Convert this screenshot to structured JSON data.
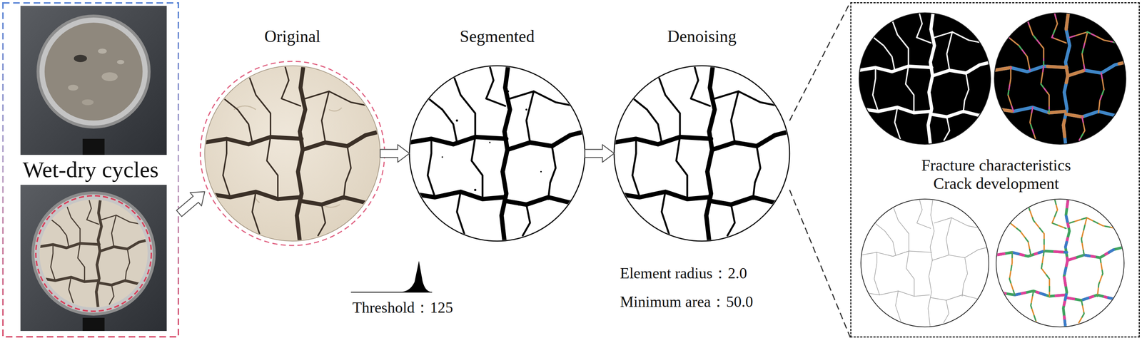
{
  "diagram": {
    "nodes": [
      {
        "text": [
          "Wet-dry cycles"
        ]
      },
      {
        "text": [
          "Original"
        ]
      },
      {
        "text": [
          "Segmented"
        ]
      },
      {
        "text": [
          "Denoising"
        ]
      },
      {
        "text": [
          "Fracture characteristics",
          "Crack development"
        ]
      }
    ],
    "edges": [
      {
        "from": 0,
        "to": 1,
        "arrow": "to"
      },
      {
        "from": 1,
        "to": 2,
        "arrow": "to"
      },
      {
        "from": 2,
        "to": 3,
        "arrow": "to"
      },
      {
        "from": 3,
        "to": 4,
        "arrow": "none"
      },
      {
        "from": 3,
        "to": 4,
        "arrow": "none"
      }
    ],
    "labels": [
      "Threshold：125",
      "Element radius：2.0",
      "Minimum area：50.0"
    ]
  }
}
